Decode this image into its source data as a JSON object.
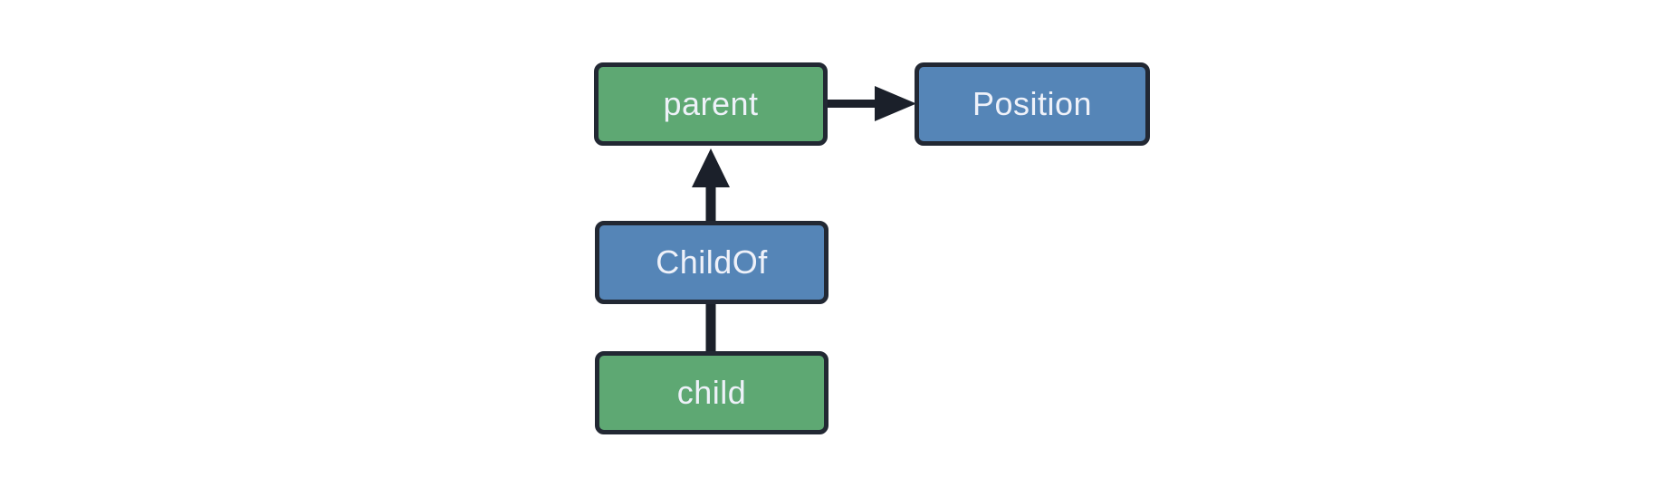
{
  "diagram": {
    "background_color": "#ffffff",
    "colors": {
      "entity_fill": "#5ea873",
      "component_fill": "#5585b7",
      "border": "#222833",
      "arrow": "#1b202a",
      "text": "#eef1f9"
    },
    "nodes": [
      {
        "label": "parent",
        "kind": "entity"
      },
      {
        "label": "Position",
        "kind": "component"
      },
      {
        "label": "ChildOf",
        "kind": "component"
      },
      {
        "label": "child",
        "kind": "entity"
      }
    ],
    "edges": [
      {
        "from": "parent",
        "to": "Position",
        "arrowhead": "right"
      },
      {
        "from": "ChildOf",
        "to": "parent",
        "arrowhead": "up"
      },
      {
        "from": "child",
        "to": "ChildOf",
        "arrowhead": "none"
      }
    ]
  }
}
